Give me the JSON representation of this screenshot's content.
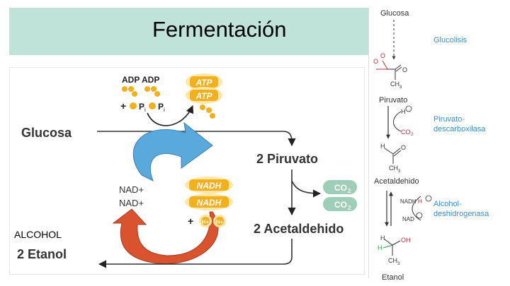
{
  "title": "Fermentación",
  "main_diagram": {
    "adp1": "ADP",
    "adp2": "ADP",
    "plus1": "+",
    "pi1": "P",
    "pi1_sub": "i",
    "pi2": "P",
    "pi2_sub": "i",
    "atp1": "ATP",
    "atp2": "ATP",
    "glucosa": "Glucosa",
    "piruvato": "2 Piruvato",
    "nad1": "NAD+",
    "nad2": "NAD+",
    "nadh1": "NADH",
    "nadh2": "NADH",
    "plus2": "+",
    "h1": "H+",
    "h2": "H+",
    "co2_1": "CO",
    "co2_1_sub": "2",
    "co2_2": "CO",
    "co2_2_sub": "2",
    "acetaldehido": "2 Acetaldehido",
    "alcohol": "ALCOHOL",
    "etanol": "2 Etanol"
  },
  "side_pathway": {
    "glucosa": "Glucosa",
    "glucolisis": "Glucolisis",
    "o_minus": "O",
    "o_top": "O",
    "o_double": "O",
    "c_methyl1": "CH",
    "c_methyl1_sub": "3",
    "piruvato": "Piruvato",
    "h_plus": "H",
    "co2": "CO",
    "co2_sub": "2",
    "enzyme1_line1": "Piruvato-",
    "enzyme1_line2": "descarboxilasa",
    "h_ald": "H",
    "o_ald": "O",
    "c_methyl2": "CH",
    "c_methyl2_sub": "3",
    "acetaldehido": "Acetaldehido",
    "nadh": "NADH",
    "h_small": "H",
    "nad": "NAD",
    "enzyme2_line1": "Alcohol-",
    "enzyme2_line2": "deshidrogenasa",
    "h_eth1": "H",
    "h_eth2": "H",
    "oh": "OH",
    "c_methyl3": "CH",
    "c_methyl3_sub": "3",
    "etanol": "Etanol"
  },
  "colors": {
    "title_band": "#bfe3d9",
    "atp_gold": "#f2b01e",
    "blue_arrow": "#5aa9dd",
    "red_arrow": "#d9532f",
    "co2_green": "#9ecdb9",
    "enzyme_blue": "#3a8fd1",
    "oxygen_red": "#b7323b"
  }
}
